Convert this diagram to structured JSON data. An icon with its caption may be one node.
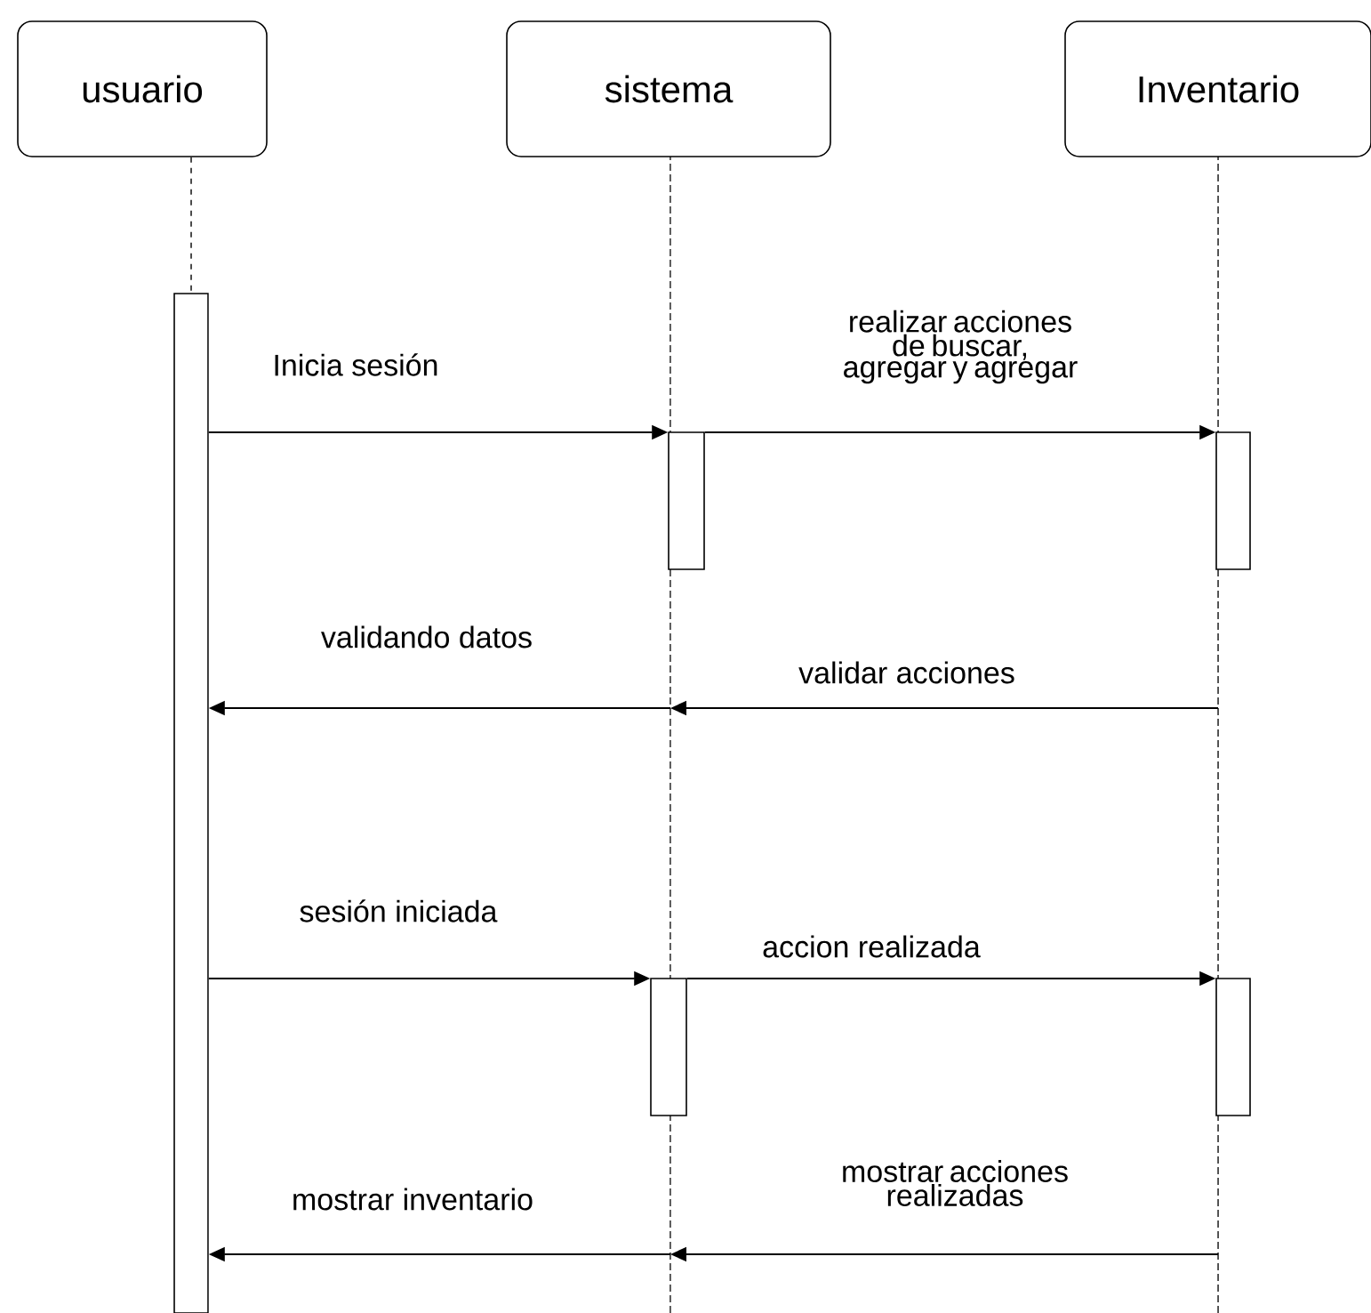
{
  "diagram": {
    "nodes": [
      {
        "text": [
          "usuario"
        ]
      },
      {
        "text": [
          "sistema"
        ]
      },
      {
        "text": [
          "Inventario"
        ]
      },
      {
        "text": [],
        "shape": "bar"
      },
      {
        "text": [],
        "shape": "line"
      },
      {
        "text": [],
        "shape": "line"
      },
      {
        "text": [],
        "shape": "bar"
      },
      {
        "text": [],
        "shape": "bar"
      },
      {
        "text": [],
        "shape": "bar"
      },
      {
        "text": [],
        "shape": "bar"
      }
    ],
    "edges": [
      {
        "from": 0,
        "to": 3,
        "arrow": "none",
        "style": "dashed"
      },
      {
        "from": 3,
        "to": 6,
        "arrow": "to",
        "label": "Inicia sesión"
      },
      {
        "from": 6,
        "to": 7,
        "arrow": "to",
        "label": "realizar acciones de buscar, agregar y agregar"
      },
      {
        "from": 5,
        "to": 4,
        "arrow": "to",
        "label": "validar acciones"
      },
      {
        "from": 4,
        "to": 3,
        "arrow": "to",
        "label": "validando datos"
      },
      {
        "from": 3,
        "to": 8,
        "arrow": "to",
        "label": "sesión iniciada"
      },
      {
        "from": 8,
        "to": 9,
        "arrow": "to",
        "label": "accion realizada"
      },
      {
        "from": 5,
        "to": 4,
        "arrow": "to",
        "label": "mostrar acciones realizadas"
      },
      {
        "from": 4,
        "to": 3,
        "arrow": "to",
        "label": "mostrar inventario"
      }
    ]
  }
}
